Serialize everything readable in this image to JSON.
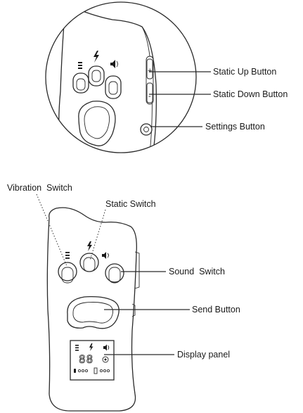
{
  "labels": {
    "static_up": "Static Up Button",
    "static_down": "Static Down Button",
    "settings": "Settings Button",
    "vibration_switch": "Vibration  Switch",
    "static_switch": "Static Switch",
    "sound_switch": "Sound  Switch",
    "send_button": "Send Button",
    "display_panel": "Display panel"
  },
  "display": {
    "digits": "88",
    "plus_symbol": "+",
    "minus_symbol": "-"
  },
  "icons": {
    "vibration": "vibration-icon",
    "static": "lightning-bolt-icon",
    "sound": "speaker-icon",
    "settings": "gear-icon",
    "battery": "battery-icon"
  },
  "colors": {
    "line": "#2a2a2a",
    "background": "#ffffff",
    "text": "#1a1a1a"
  }
}
